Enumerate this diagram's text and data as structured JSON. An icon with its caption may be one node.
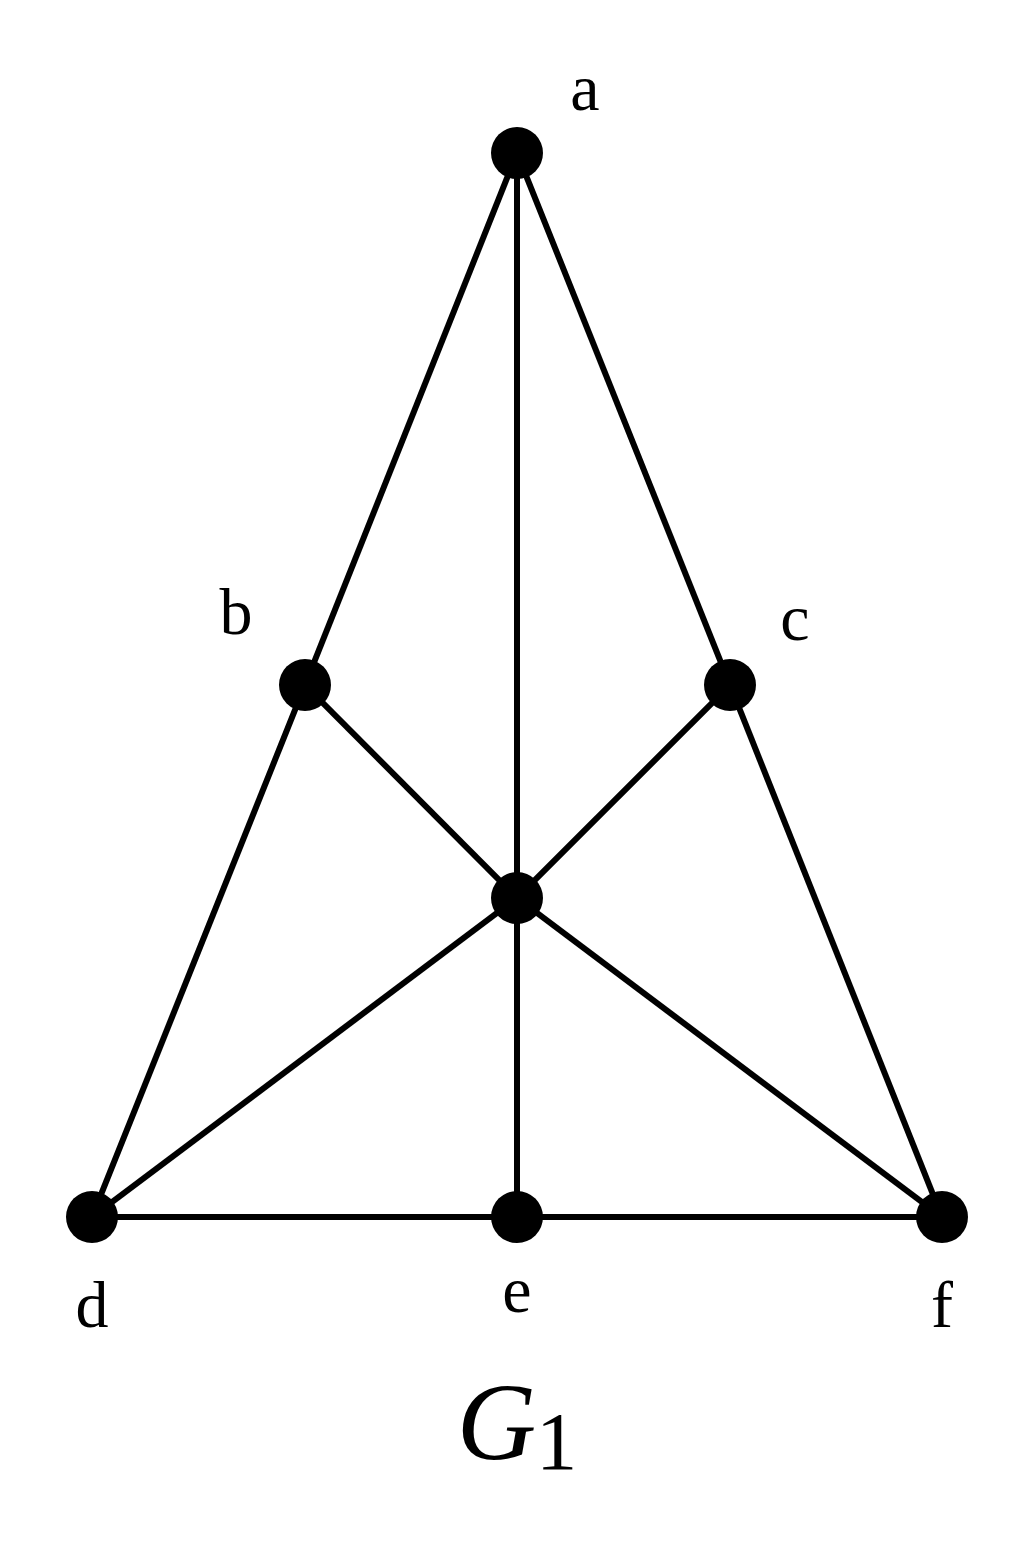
{
  "diagram": {
    "title": "*G*$_{1}$",
    "nodes": [
      {
        "text": [],
        "shape": "circle",
        "beside": [
          "a"
        ]
      },
      {
        "text": [],
        "shape": "circle",
        "beside": [
          "b"
        ]
      },
      {
        "text": [],
        "shape": "circle",
        "beside": [
          "c"
        ]
      },
      {
        "text": [],
        "shape": "circle"
      },
      {
        "text": [],
        "shape": "circle",
        "beside": [
          "d"
        ]
      },
      {
        "text": [],
        "shape": "circle",
        "beside": [
          "e"
        ]
      },
      {
        "text": [],
        "shape": "circle",
        "beside": [
          "f"
        ]
      }
    ],
    "edges": [
      {
        "from": 0,
        "to": 1,
        "arrow": "none"
      },
      {
        "from": 0,
        "to": 3,
        "arrow": "none"
      },
      {
        "from": 0,
        "to": 2,
        "arrow": "none"
      },
      {
        "from": 1,
        "to": 4,
        "arrow": "none"
      },
      {
        "from": 1,
        "to": 3,
        "arrow": "none"
      },
      {
        "from": 2,
        "to": 3,
        "arrow": "none"
      },
      {
        "from": 2,
        "to": 6,
        "arrow": "none"
      },
      {
        "from": 3,
        "to": 4,
        "arrow": "none"
      },
      {
        "from": 3,
        "to": 5,
        "arrow": "none"
      },
      {
        "from": 3,
        "to": 6,
        "arrow": "none"
      },
      {
        "from": 4,
        "to": 5,
        "arrow": "none"
      },
      {
        "from": 5,
        "to": 6,
        "arrow": "none"
      }
    ]
  }
}
